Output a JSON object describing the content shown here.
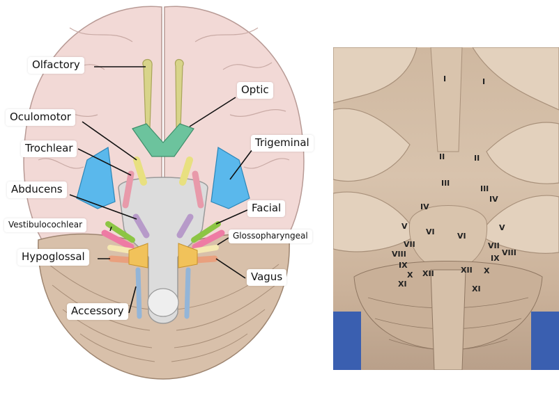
{
  "diagram": {
    "labels": {
      "olfactory": "Olfactory",
      "optic": "Optic",
      "oculomotor": "Oculomotor",
      "trochlear": "Trochlear",
      "trigeminal": "Trigeminal",
      "abducens": "Abducens",
      "facial": "Facial",
      "vestibulocochlear": "Vestibulocochlear",
      "glossopharyngeal": "Glossopharyngeal",
      "hypoglossal": "Hypoglossal",
      "vagus": "Vagus",
      "accessory": "Accessory"
    },
    "colors": {
      "brain": "#f2d9d6",
      "cerebellum": "#d8c0aa",
      "stem": "#dcdcdc",
      "olfactory": "#d8d48a",
      "optic": "#6cc39d",
      "oculomotor": "#e8e080",
      "trochlear": "#e89aaa",
      "trigeminal": "#5ab8ec",
      "abducens": "#b79ac9",
      "facial": "#8cc544",
      "vestibulocochlear": "#ee7ba4",
      "glossopharyngeal": "#f5e8b2",
      "vagus": "#e9a07e",
      "accessory": "#93b5d8",
      "hypoglossal": "#f1c25a"
    }
  },
  "photo": {
    "labels": {
      "I_l": "I",
      "I_r": "I",
      "II_l": "II",
      "II_r": "II",
      "III_l": "III",
      "III_r": "III",
      "IV_l": "IV",
      "IV_r": "IV",
      "V_l": "V",
      "V_r": "V",
      "VI_l": "VI",
      "VI_r": "VI",
      "VII_l": "VII",
      "VII_r": "VII",
      "VIII_l": "VIII",
      "VIII_r": "VIII",
      "IX_l": "IX",
      "IX_r": "IX",
      "X_l": "X",
      "X_r": "X",
      "XI_l": "XI",
      "XI_r": "XI",
      "XII_l": "XII",
      "XII_r": "XII"
    }
  }
}
